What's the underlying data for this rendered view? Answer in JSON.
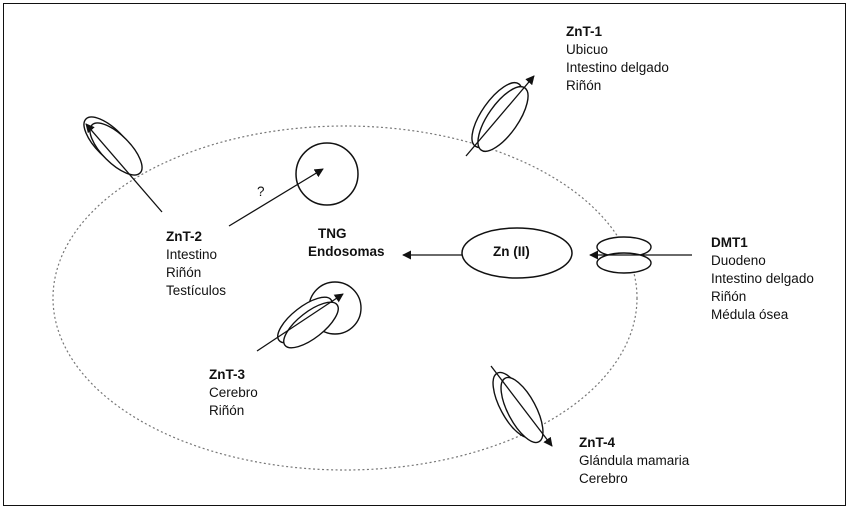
{
  "transporters": {
    "znt1": {
      "name": "ZnT-1",
      "sites": [
        "Ubicuo",
        "Intestino delgado",
        "Riñón"
      ]
    },
    "znt2": {
      "name": "ZnT-2",
      "sites": [
        "Intestino",
        "Riñón",
        "Testículos"
      ]
    },
    "znt3": {
      "name": "ZnT-3",
      "sites": [
        "Cerebro",
        "Riñón"
      ]
    },
    "znt4": {
      "name": "ZnT-4",
      "sites": [
        "Glándula mamaria",
        "Cerebro"
      ]
    },
    "dmt1": {
      "name": "DMT1",
      "sites": [
        "Duodeno",
        "Intestino delgado",
        "Riñón",
        "Médula ósea"
      ]
    }
  },
  "compartments": {
    "zinc_pool": "Zn (II)",
    "tng": "TNG",
    "endosomas": "Endosomas",
    "unknown_mark": "?"
  }
}
